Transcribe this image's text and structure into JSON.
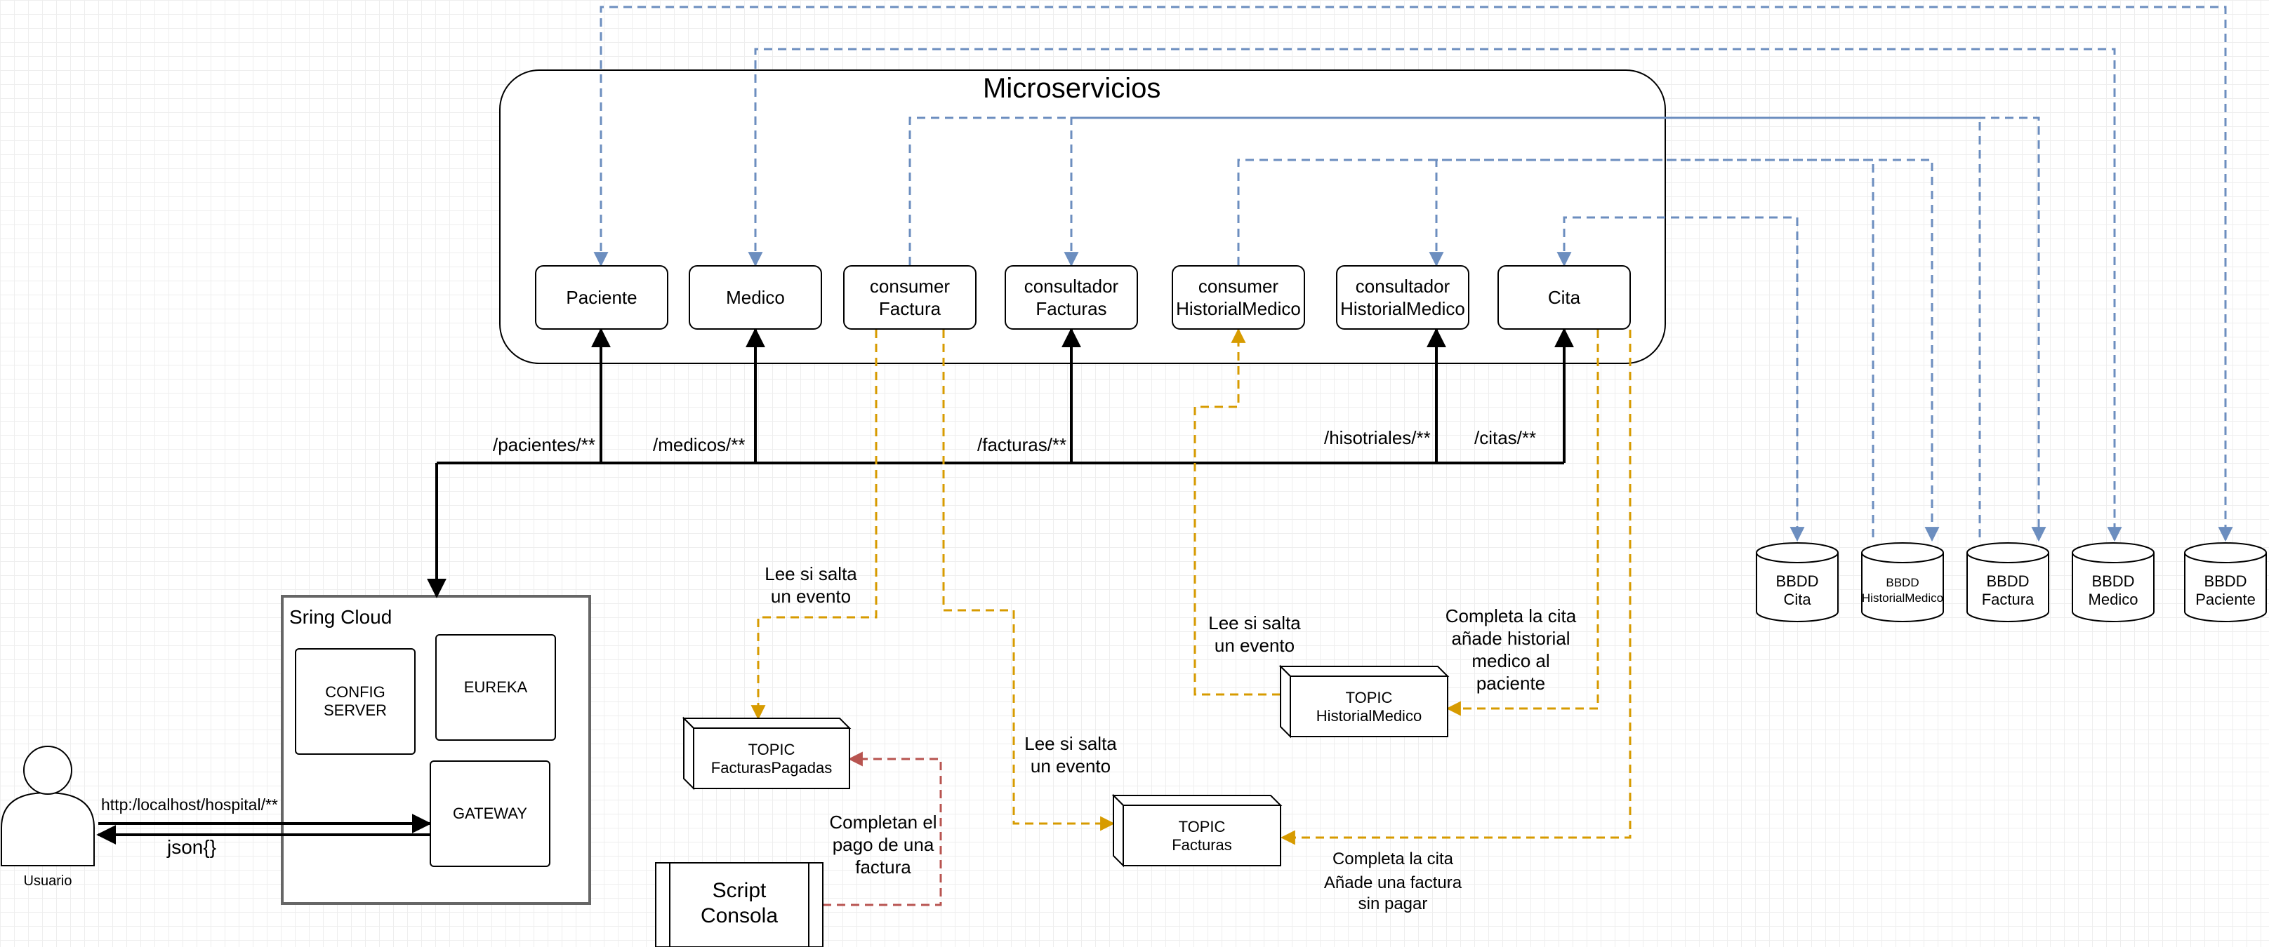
{
  "title": "Microservicios",
  "colors": {
    "blue": "#6c8ebf",
    "orange": "#d79b00",
    "red": "#b85450",
    "black": "#000000"
  },
  "services": {
    "paciente": "Paciente",
    "medico": "Medico",
    "consumer_factura": "consumer\nFactura",
    "consultador_facturas": "consultador\nFacturas",
    "consumer_historial": "consumer\nHistorialMedico",
    "consultador_historial": "consultador\nHistorialMedico",
    "cita": "Cita"
  },
  "routes": {
    "pacientes": "/pacientes/**",
    "medicos": "/medicos/**",
    "facturas": "/facturas/**",
    "historiales": "/hisotriales/**",
    "citas": "/citas/**"
  },
  "databases": {
    "cita": "BBDD\nCita",
    "historial": "BBDD\nHistorialMedico",
    "factura": "BBDD\nFactura",
    "medico": "BBDD\nMedico",
    "paciente": "BBDD\nPaciente"
  },
  "cloud": {
    "title": "Sring Cloud",
    "config": "CONFIG\nSERVER",
    "eureka": "EUREKA",
    "gateway": "GATEWAY"
  },
  "user": {
    "label": "Usuario",
    "url": "http:/localhost/hospital/**",
    "response": "json{}"
  },
  "topics": {
    "facturas_pagadas": "TOPIC\nFacturasPagadas",
    "facturas": "TOPIC\nFacturas",
    "historial": "TOPIC\nHistorialMedico"
  },
  "script": "Script\nConsola",
  "annotations": {
    "lee_pagadas": "Lee si salta\nun evento",
    "lee_facturas": "Lee si salta\nun evento",
    "lee_historial": "Lee si salta\nun evento",
    "completa_historial": "Completa la cita\nañade historial\nmedico al\npaciente",
    "completa_factura_1": "Completa la cita",
    "completa_factura_2": "Añade una factura\nsin pagar",
    "completan_pago": "Completan el\npago de una\nfactura"
  }
}
